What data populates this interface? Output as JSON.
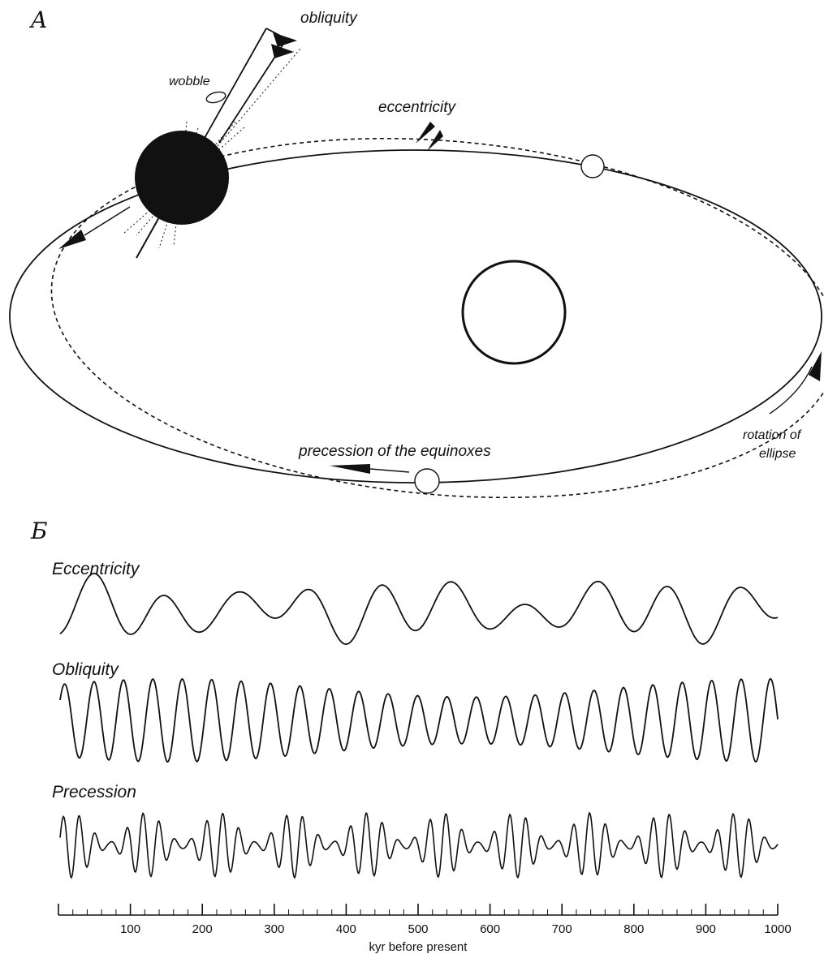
{
  "panel_a": {
    "letter": "A",
    "labels": {
      "obliquity": "obliquity",
      "wobble": "wobble",
      "eccentricity": "eccentricity",
      "precession": "precession of the equinoxes",
      "rotation_line1": "rotation of",
      "rotation_line2": "ellipse"
    }
  },
  "panel_b": {
    "letter": "Б",
    "curves": [
      {
        "name": "Eccentricity",
        "color": "#111111"
      },
      {
        "name": "Obliquity",
        "color": "#111111"
      },
      {
        "name": "Precession",
        "color": "#111111"
      }
    ],
    "axis": {
      "label": "kyr before present",
      "range": [
        0,
        1000
      ],
      "ticks": [
        "100",
        "200",
        "300",
        "400",
        "500",
        "600",
        "700",
        "800",
        "900",
        "1000"
      ]
    }
  }
}
